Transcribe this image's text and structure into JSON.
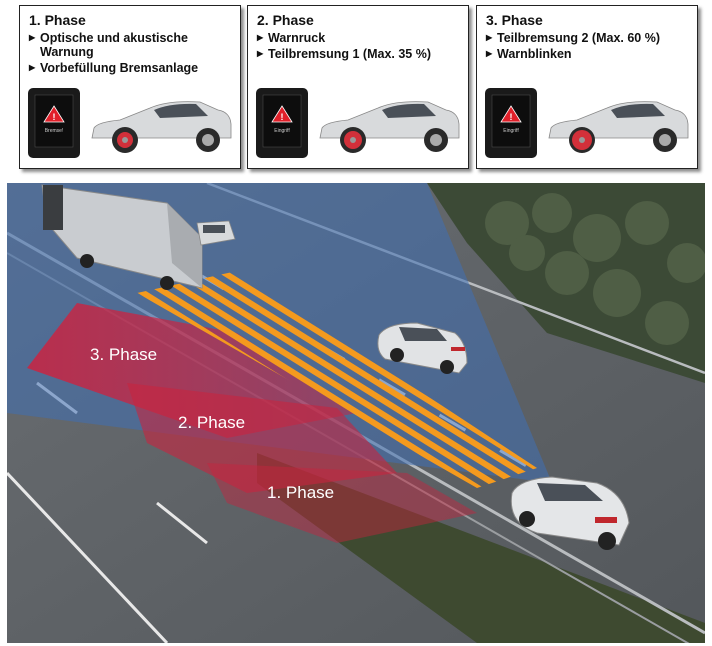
{
  "panels": [
    {
      "title": "1. Phase",
      "items": [
        "Optische und akustische Warnung",
        "Vorbefüllung Bremsanlage"
      ],
      "screen_text": "Bremse!"
    },
    {
      "title": "2. Phase",
      "items": [
        "Warnruck",
        "Teilbremsung 1 (Max. 35 %)"
      ],
      "screen_text": "Eingriff"
    },
    {
      "title": "3. Phase",
      "items": [
        "Teilbremsung 2 (Max. 60 %)",
        "Warnblinken"
      ],
      "screen_text": "Eingriff"
    }
  ],
  "scene": {
    "phase_labels": [
      "3. Phase",
      "2. Phase",
      "1. Phase"
    ]
  },
  "colors": {
    "radar_blue": "#3f6fb4",
    "warning_red": "#d21f3c",
    "stripe_orange": "#f49a1e",
    "brake_red": "#d2303a"
  }
}
